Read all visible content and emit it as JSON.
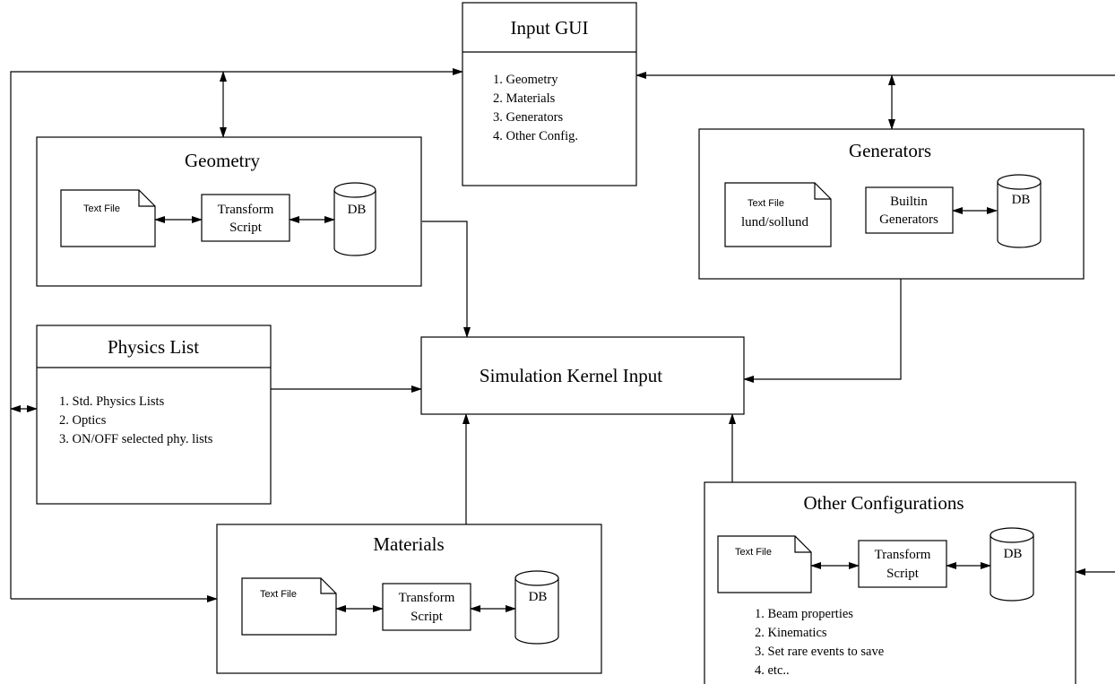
{
  "input_gui": {
    "title": "Input GUI",
    "items": [
      "1. Geometry",
      "2. Materials",
      "3. Generators",
      "4. Other Config."
    ]
  },
  "geometry": {
    "title": "Geometry",
    "text_file": "Text File",
    "transform": [
      "Transform",
      "Script"
    ],
    "db": "DB"
  },
  "generators": {
    "title": "Generators",
    "text_file": [
      "Text File",
      "lund/sollund"
    ],
    "builtin": [
      "Builtin",
      "Generators"
    ],
    "db": "DB"
  },
  "physics_list": {
    "title": "Physics List",
    "items": [
      "1. Std. Physics Lists",
      "2. Optics",
      "3. ON/OFF selected phy. lists"
    ]
  },
  "kernel": {
    "title": "Simulation Kernel Input"
  },
  "materials": {
    "title": "Materials",
    "text_file": "Text File",
    "transform": [
      "Transform",
      "Script"
    ],
    "db": "DB"
  },
  "other_config": {
    "title": "Other Configurations",
    "text_file": "Text File",
    "transform": [
      "Transform",
      "Script"
    ],
    "db": "DB",
    "items": [
      "1. Beam properties",
      "2. Kinematics",
      "3. Set rare events to save",
      "4. etc.."
    ]
  }
}
